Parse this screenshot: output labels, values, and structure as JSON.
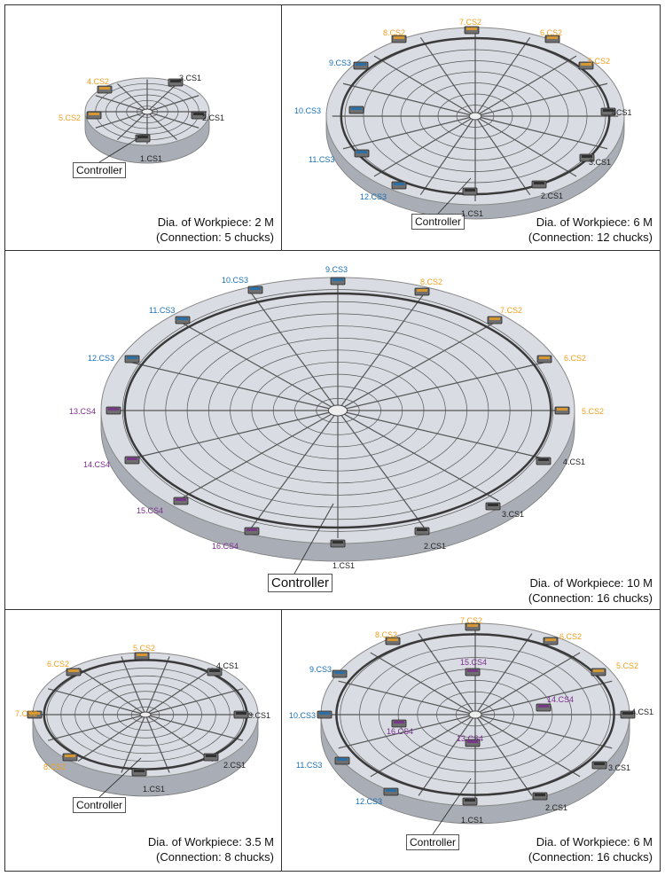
{
  "colors": {
    "cs1": "#222222",
    "cs2": "#f0a020",
    "cs3": "#1a6fb5",
    "cs4": "#7a2b8f",
    "plate_top": "#d9dde3",
    "plate_side": "#a9aeb6",
    "rail": "#3a3a3a"
  },
  "panels": {
    "p2m": {
      "caption_line1": "Dia. of Workpiece: 2 M",
      "caption_line2": "(Connection: 5 chucks)",
      "controller": "Controller",
      "chucks": [
        "1.CS1",
        "2.CS1",
        "3.CS1",
        "4.CS2",
        "5.CS2"
      ]
    },
    "p6m12": {
      "caption_line1": "Dia. of Workpiece: 6 M",
      "caption_line2": "(Connection: 12 chucks)",
      "controller": "Controller",
      "chucks": [
        "1.CS1",
        "2.CS1",
        "3.CS1",
        "4CS1",
        "5.CS2",
        "6.CS2",
        "7.CS2",
        "8.CS2",
        "9.CS3",
        "10.CS3",
        "11.CS3",
        "12.CS3"
      ]
    },
    "p10m": {
      "caption_line1": "Dia. of Workpiece: 10 M",
      "caption_line2": "(Connection: 16 chucks)",
      "controller": "Controller",
      "chucks": [
        "1.CS1",
        "2.CS1",
        "3.CS1",
        "4.CS1",
        "5.CS2",
        "6.CS2",
        "7.CS2",
        "8.CS2",
        "9.CS3",
        "10.CS3",
        "11.CS3",
        "12.CS3",
        "13.CS4",
        "14.CS4",
        "15.CS4",
        "16.CS4"
      ]
    },
    "p35m": {
      "caption_line1": "Dia. of Workpiece: 3.5 M",
      "caption_line2": "(Connection: 8 chucks)",
      "controller": "Controller",
      "chucks": [
        "1.CS1",
        "2.CS1",
        "3.CS1",
        "4.CS1",
        "5.CS2",
        "6.CS2",
        "7.CS2",
        "8.CS2"
      ]
    },
    "p6m16": {
      "caption_line1": "Dia. of Workpiece: 6 M",
      "caption_line2": "(Connection: 16 chucks)",
      "controller": "Controller",
      "chucks": [
        "1.CS1",
        "2.CS1",
        "3.CS1",
        "4.CS1",
        "5.CS2",
        "6.CS2",
        "7.CS2",
        "8.CS2",
        "9.CS3",
        "10.CS3",
        "11.CS3",
        "12.CS3",
        "13.CS4",
        "14.CS4",
        "15.CS4",
        "16.CS4"
      ]
    }
  }
}
